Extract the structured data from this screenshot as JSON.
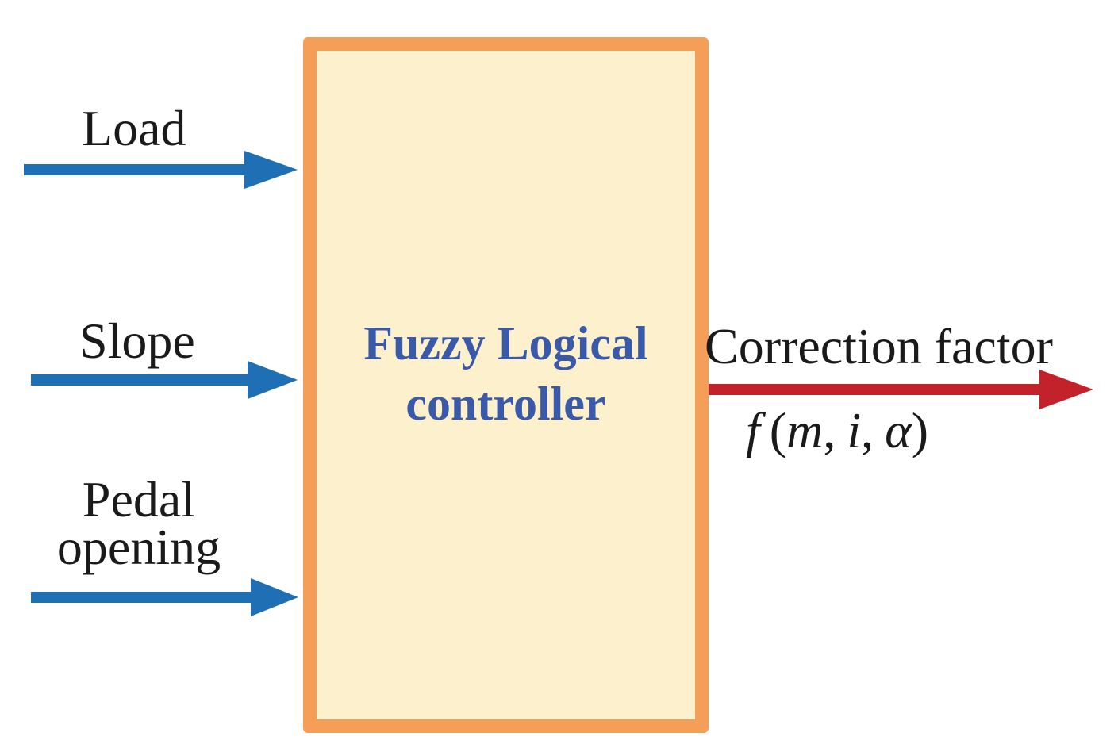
{
  "inputs": [
    {
      "label": "Load",
      "color": "#1f6fb5"
    },
    {
      "label": "Slope",
      "color": "#1f6fb5"
    },
    {
      "label_line1": "Pedal",
      "label_line2": "opening",
      "color": "#1f6fb5"
    }
  ],
  "controller": {
    "title_line1": "Fuzzy Logical",
    "title_line2": "controller",
    "fill_color": "#fcf0cd",
    "border_color": "#f59e58",
    "text_color": "#3a59a8"
  },
  "output": {
    "label": "Correction factor",
    "formula": {
      "func": "f",
      "open": "(",
      "arg1": "m",
      "sep1": ",",
      "arg2": "i",
      "sep2": ",",
      "arg3": "α",
      "close": ")"
    },
    "color": "#c4222a"
  }
}
